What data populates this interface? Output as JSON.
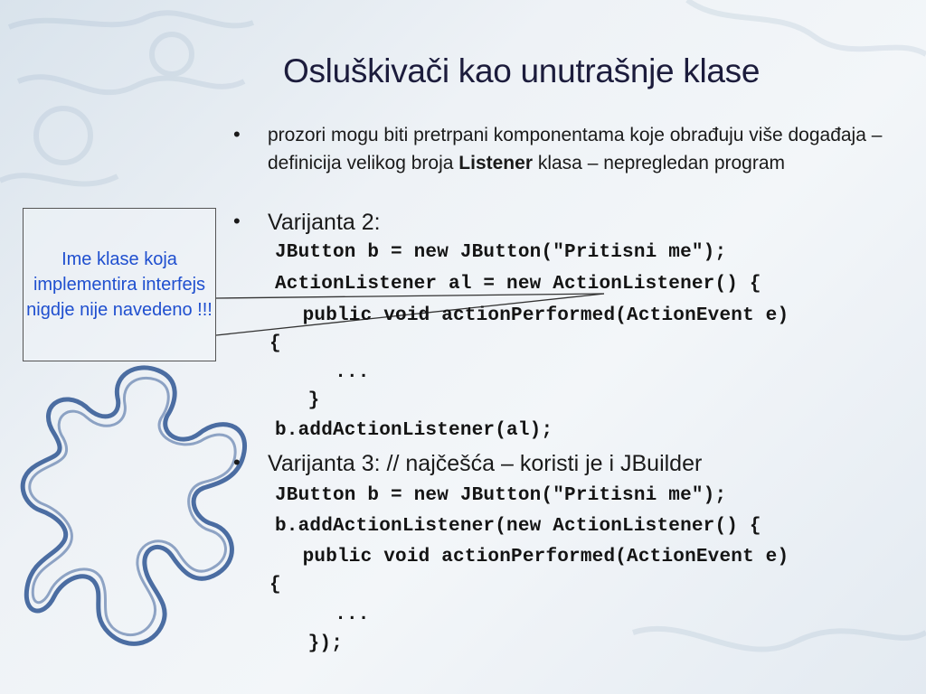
{
  "slide": {
    "title": "Osluškivači kao unutrašnje klase",
    "bullets": [
      {
        "marker": "•",
        "parts": [
          "prozori mogu biti pretrpani komponentama koje obrađuju više događaja – definicija velikog broja ",
          "Listener",
          " klasa – nepregledan program"
        ]
      },
      {
        "marker": "•",
        "text": "Varijanta 2:"
      },
      {
        "marker": "•",
        "text": "Varijanta 3: // najčešća – koristi je i JBuilder"
      }
    ],
    "code_variant2": [
      "JButton b = new JButton(\"Pritisni me\");",
      "ActionListener al = new ActionListener() {",
      "  public void actionPerformed(ActionEvent e)",
      "{",
      "    ...",
      "  }",
      "b.addActionListener(al);"
    ],
    "code_variant3": [
      "JButton b = new JButton(\"Pritisni me\");",
      "b.addActionListener(new ActionListener() {",
      "  public void actionPerformed(ActionEvent e)",
      "{",
      "    ...",
      "  });"
    ],
    "callout_text": "Ime klase koja implementira interfejs nigdje nije navedeno !!!"
  },
  "colors": {
    "callout_text": "#1f4fcf",
    "puzzle_stroke": "#3a5f99",
    "background": "#e8eef4"
  },
  "decorations": [
    "puzzle-piece-outline",
    "faint-ornament-background"
  ]
}
